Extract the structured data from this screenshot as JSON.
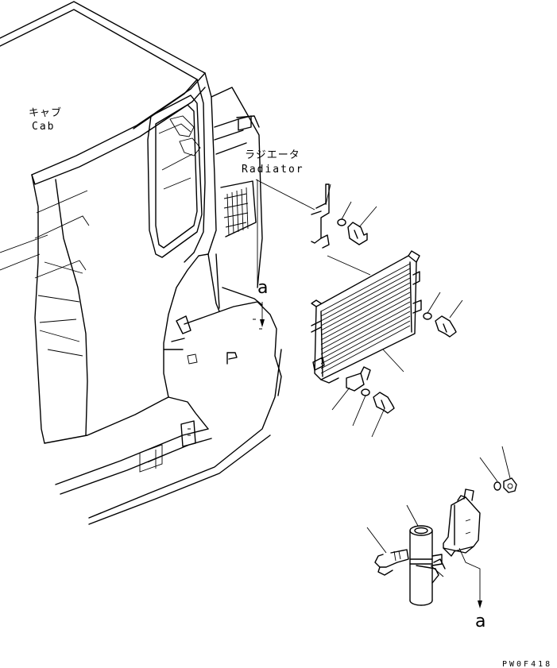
{
  "labels": {
    "cab_ja": "キャブ",
    "cab_en": "Cab",
    "radiator_ja": "ラジエータ",
    "radiator_en": "Radiator",
    "ref_upper": "a",
    "ref_lower": "a"
  },
  "drawing_code": "PW0F418"
}
